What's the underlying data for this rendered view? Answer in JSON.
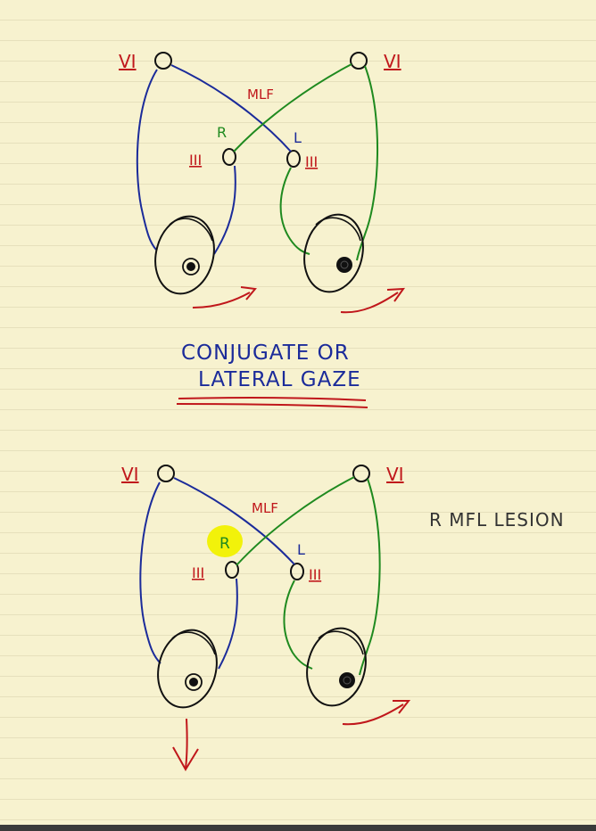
{
  "colors": {
    "paper": "#f7f2cf",
    "rule_line": "#e6e0bc",
    "red_ink": "#c0171b",
    "blue_ink": "#1b2b9a",
    "green_ink": "#1f8a1f",
    "black_ink": "#111111",
    "highlight": "#f2f20a"
  },
  "top_diagram": {
    "left_nucleus_label": "VI",
    "right_nucleus_label": "VI",
    "tract_label": "MLF",
    "right_side_label": "R",
    "left_side_label": "L",
    "left_oculomotor_label": "III",
    "right_oculomotor_label": "III"
  },
  "title": {
    "line1": "CONJUGATE OR",
    "line2": "LATERAL GAZE"
  },
  "bottom_diagram": {
    "left_nucleus_label": "VI",
    "right_nucleus_label": "VI",
    "tract_label": "MLF",
    "right_side_label": "R",
    "left_side_label": "L",
    "left_oculomotor_label": "III",
    "right_oculomotor_label": "III",
    "lesion_note": "R MFL LESION"
  }
}
